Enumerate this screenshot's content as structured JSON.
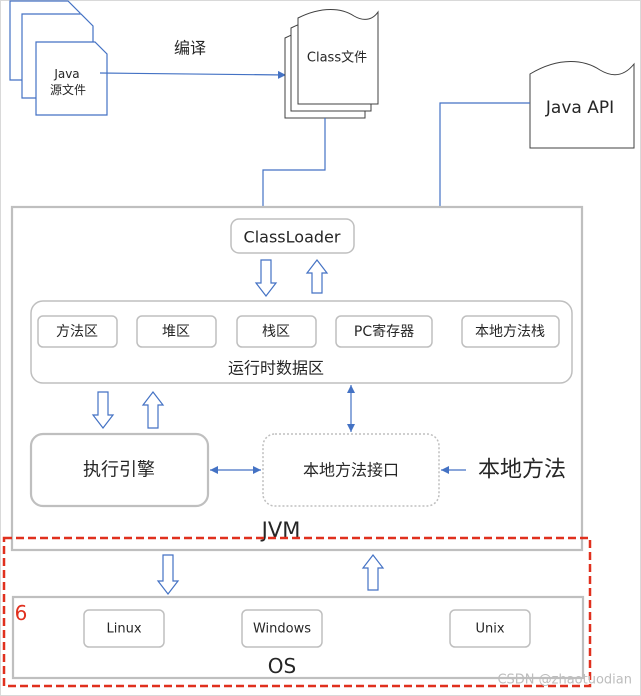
{
  "source_files": {
    "line1": "Java",
    "line2": "源文件"
  },
  "compile_label": "编译",
  "class_files_label": "Class文件",
  "java_api_label": "Java API",
  "jvm": {
    "label": "JVM",
    "class_loader": "ClassLoader",
    "runtime_data_area": {
      "label": "运行时数据区",
      "regions": [
        "方法区",
        "堆区",
        "栈区",
        "PC寄存器",
        "本地方法栈"
      ]
    },
    "execution_engine": "执行引擎",
    "native_interface": "本地方法接口"
  },
  "native_methods_label": "本地方法",
  "os": {
    "label": "OS",
    "systems": [
      "Linux",
      "Windows",
      "Unix"
    ]
  },
  "annotation_number": "6",
  "watermark": "CSDN @zhaotuodian",
  "colors": {
    "connector": "#4472C4",
    "box_border": "#BFBFBF",
    "highlight": "#E0301E"
  }
}
